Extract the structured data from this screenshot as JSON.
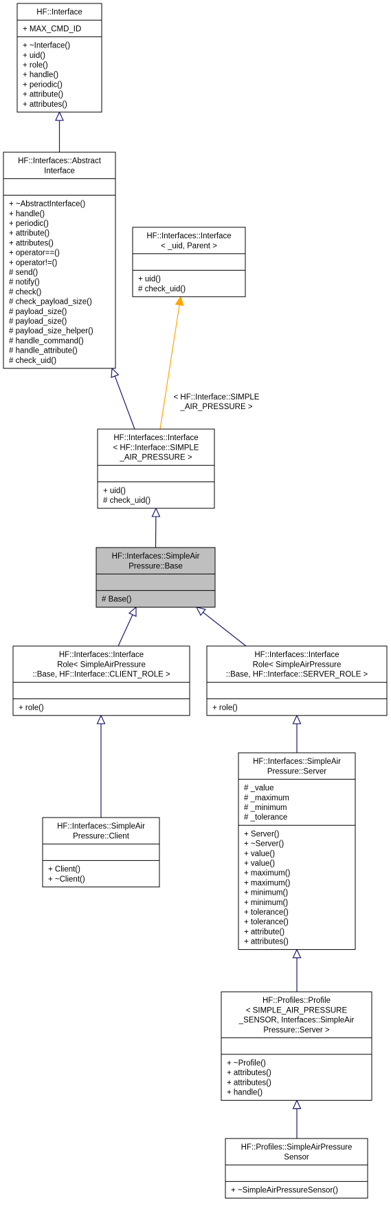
{
  "nodes": {
    "hf_interface": {
      "title": [
        "HF::Interface"
      ],
      "attributes": [
        "+ MAX_CMD_ID"
      ],
      "methods": [
        "+ ~Interface()",
        "+ uid()",
        "+ role()",
        "+ handle()",
        "+ periodic()",
        "+ attribute()",
        "+ attributes()"
      ]
    },
    "abstract_interface": {
      "title": [
        "HF::Interfaces::Abstract",
        "Interface"
      ],
      "attributes": [],
      "methods": [
        "+ ~AbstractInterface()",
        "+ handle()",
        "+ periodic()",
        "+ attribute()",
        "+ attributes()",
        "+ operator==()",
        "+ operator!=()",
        "# send()",
        "# notify()",
        "# check()",
        "# check_payload_size()",
        "# payload_size()",
        "# payload_size()",
        "# payload_size_helper()",
        "# handle_command()",
        "# handle_attribute()",
        "# check_uid()"
      ]
    },
    "interface_template": {
      "title": [
        "HF::Interfaces::Interface",
        "< _uid, Parent >"
      ],
      "attributes": [],
      "methods": [
        "+ uid()",
        "# check_uid()"
      ]
    },
    "interface_sap": {
      "title": [
        "HF::Interfaces::Interface",
        "< HF::Interface::SIMPLE",
        "_AIR_PRESSURE >"
      ],
      "attributes": [],
      "methods": [
        "+ uid()",
        "# check_uid()"
      ]
    },
    "sap_base": {
      "title": [
        "HF::Interfaces::SimpleAir",
        "Pressure::Base"
      ],
      "attributes": [],
      "methods": [
        "# Base()"
      ]
    },
    "role_client": {
      "title": [
        "HF::Interfaces::Interface",
        "Role< SimpleAirPressure",
        "::Base, HF::Interface::CLIENT_ROLE >"
      ],
      "attributes": [],
      "methods": [
        "+ role()"
      ]
    },
    "role_server": {
      "title": [
        "HF::Interfaces::Interface",
        "Role< SimpleAirPressure",
        "::Base, HF::Interface::SERVER_ROLE >"
      ],
      "attributes": [],
      "methods": [
        "+ role()"
      ]
    },
    "sap_client": {
      "title": [
        "HF::Interfaces::SimpleAir",
        "Pressure::Client"
      ],
      "attributes": [],
      "methods": [
        "+ Client()",
        "+ ~Client()"
      ]
    },
    "sap_server": {
      "title": [
        "HF::Interfaces::SimpleAir",
        "Pressure::Server"
      ],
      "attributes": [
        "# _value",
        "# _maximum",
        "# _minimum",
        "# _tolerance"
      ],
      "methods": [
        "+ Server()",
        "+ ~Server()",
        "+ value()",
        "+ value()",
        "+ maximum()",
        "+ maximum()",
        "+ minimum()",
        "+ minimum()",
        "+ tolerance()",
        "+ tolerance()",
        "+ attribute()",
        "+ attributes()"
      ]
    },
    "profile": {
      "title": [
        "HF::Profiles::Profile",
        "< SIMPLE_AIR_PRESSURE",
        "_SENSOR, Interfaces::SimpleAir",
        "Pressure::Server >"
      ],
      "attributes": [],
      "methods": [
        "+ ~Profile()",
        "+ attributes()",
        "+ attributes()",
        "+ handle()"
      ]
    },
    "sensor": {
      "title": [
        "HF::Profiles::SimpleAirPressure",
        "Sensor"
      ],
      "attributes": [],
      "methods": [
        "+ ~SimpleAirPressureSensor()"
      ]
    }
  },
  "edge_labels": {
    "template_binding": [
      "< HF::Interface::SIMPLE",
      "_AIR_PRESSURE >"
    ]
  },
  "colors": {
    "inheritance_edge": "#191970",
    "template_edge": "#ffa500",
    "focus_fill": "#bfbfbf"
  }
}
